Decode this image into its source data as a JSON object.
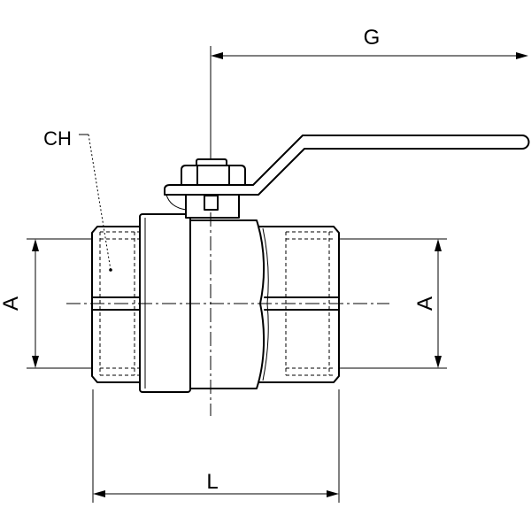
{
  "dimension_labels": {
    "g": "G",
    "ch": "CH",
    "a_left": "A",
    "a_right": "A",
    "l": "L"
  },
  "colors": {
    "line": "#000000",
    "background": "#ffffff"
  }
}
